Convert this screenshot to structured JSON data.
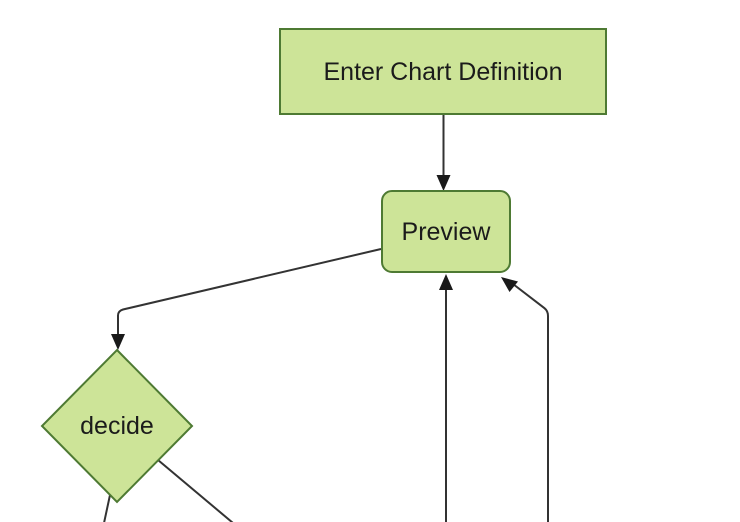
{
  "diagram": {
    "type": "flowchart",
    "direction": "top-down",
    "colors": {
      "background": "#ffffff",
      "node_fill": "#cde498",
      "node_border": "#4e7a33",
      "edge_line": "#333333",
      "arrowhead": "#1a1a1a",
      "label_text": "#1b1b1b"
    },
    "nodes": [
      {
        "id": "enter-chart-definition",
        "shape": "rectangle",
        "label": "Enter Chart Definition"
      },
      {
        "id": "preview",
        "shape": "rounded-rectangle",
        "label": "Preview"
      },
      {
        "id": "decide",
        "shape": "diamond",
        "label": "decide"
      }
    ],
    "edges": [
      {
        "from": "enter-chart-definition",
        "to": "preview",
        "arrow": true
      },
      {
        "from": "preview",
        "to": "decide",
        "arrow": true
      },
      {
        "from": "decide",
        "to": "offscreen-bottom-left",
        "arrow": false
      },
      {
        "from": "decide",
        "to": "offscreen-bottom-right",
        "arrow": false
      },
      {
        "from": "offscreen-bottom",
        "to": "preview",
        "arrow": true
      },
      {
        "from": "offscreen-bottom-right",
        "to": "preview",
        "arrow": true
      }
    ]
  }
}
